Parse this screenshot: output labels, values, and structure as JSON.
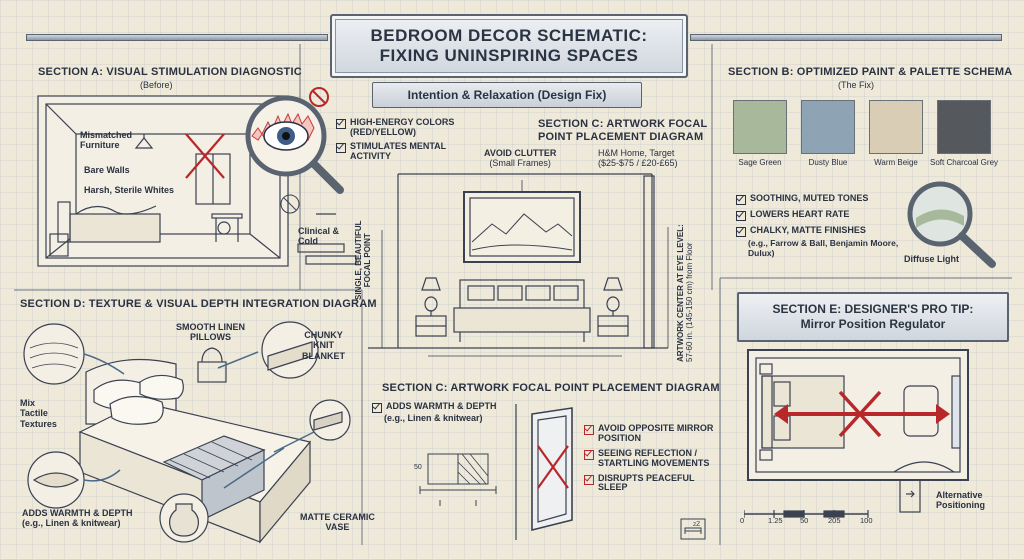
{
  "title": {
    "line1": "Bedroom Decor Schematic:",
    "line2": "Fixing Uninspiring Spaces"
  },
  "intention": "Intention & Relaxation (Design Fix)",
  "section_a": {
    "header": "Section A: Visual Stimulation Diagnostic",
    "sub": "(Before)",
    "labels": {
      "mismatched": "Mismatched Furniture",
      "bare_walls": "Bare Walls",
      "harsh_whites": "Harsh, Sterile Whites",
      "clinical": "Clinical & Cold"
    },
    "checklist": [
      {
        "text": "High-Energy Colors (Red/Yellow)"
      },
      {
        "text": "Stimulates Mental Activity"
      }
    ]
  },
  "section_b": {
    "header": "Section B: Optimized Paint & Palette Schema",
    "sub": "(The Fix)",
    "swatches": [
      {
        "name": "Sage Green",
        "color": "#a8b89a"
      },
      {
        "name": "Dusty Blue",
        "color": "#8ea3b3"
      },
      {
        "name": "Warm Beige",
        "color": "#d9cdb6"
      },
      {
        "name": "Soft Charcoal Grey",
        "color": "#55595e"
      }
    ],
    "checklist": [
      {
        "text": "Soothing, Muted Tones"
      },
      {
        "text": "Lowers Heart Rate"
      },
      {
        "text": "Chalky, Matte Finishes"
      }
    ],
    "brands": "(e.g., Farrow & Ball, Benjamin Moore, Dulux)",
    "diffuse": "Diffuse Light"
  },
  "section_c_top": {
    "header_line1": "Section C: Artwork Focal",
    "header_line2": "Point Placement Diagram",
    "avoid_clutter": "Avoid Clutter",
    "small_frames": "(Small Frames)",
    "shops_line1": "H&M Home, Target",
    "shops_line2": "($25-$75 / £20-£65)",
    "single_focal_line1": "Single, Beautiful",
    "single_focal_line2": "Focal Point",
    "eye_level_line1": "Artwork Center at Eye Level:",
    "eye_level_line2": "57-60 in. (145-150 cm) from Floor"
  },
  "section_c_bottom": {
    "header": "Section C: Artwork Focal Point Placement Diagram",
    "adds_warmth": "Adds Warmth & Depth",
    "adds_warmth_eg": "(e.g., Linen & knitwear)",
    "dim": "50",
    "checklist": [
      {
        "text": "Avoid Opposite Mirror Position"
      },
      {
        "text": "Seeing Reflection / Startling Movements"
      },
      {
        "text": "Disrupts Peaceful Sleep"
      }
    ]
  },
  "section_d": {
    "header": "Section D: Texture & Visual Depth Integration Diagram",
    "smooth_linen": "Smooth Linen",
    "pillows": "Pillows",
    "chunky": "Chunky",
    "knit": "Knit",
    "blanket": "Blanket",
    "mix_line1": "Mix",
    "mix_line2": "Tactile",
    "mix_line3": "Textures",
    "adds_warmth": "Adds Warmth & Depth",
    "adds_warmth_eg": "(e.g., Linen & knitwear)",
    "vase_line1": "Matte Ceramic",
    "vase_line2": "Vase"
  },
  "section_e": {
    "header_line1": "Section E: Designer's Pro Tip:",
    "header_line2": "Mirror Position Regulator",
    "alt_line1": "Alternative",
    "alt_line2": "Positioning",
    "scale": [
      "0",
      "1.25",
      "50",
      "205",
      "100"
    ]
  },
  "colors": {
    "accent_red": "#b8282a",
    "ink": "#2a3140"
  }
}
